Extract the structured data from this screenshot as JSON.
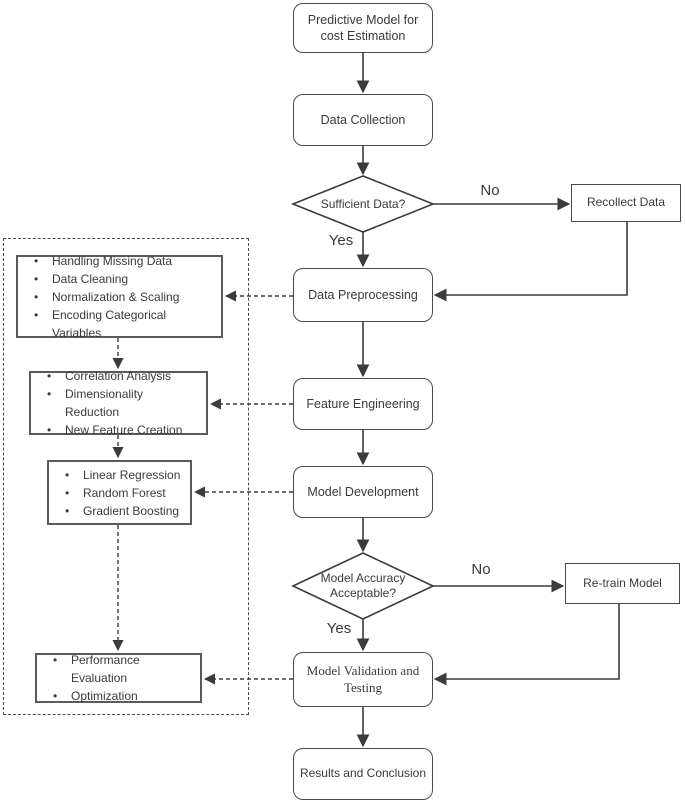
{
  "flowchart": {
    "nodes": {
      "predictive_model": "Predictive Model for cost Estimation",
      "data_collection": "Data Collection",
      "sufficient_data": "Sufficient Data?",
      "recollect_data": "Recollect Data",
      "data_preprocessing": "Data Preprocessing",
      "feature_engineering": "Feature Engineering",
      "model_development": "Model Development",
      "model_accuracy": "Model Accuracy Acceptable?",
      "retrain_model": "Re-train Model",
      "model_validation": "Model Validation and Testing",
      "results_conclusion": "Results and Conclusion"
    },
    "edge_labels": {
      "sufficient_no": "No",
      "sufficient_yes": "Yes",
      "accuracy_no": "No",
      "accuracy_yes": "Yes"
    },
    "side_panels": [
      {
        "name": "data-preprocessing-details",
        "items": [
          "Handling Missing Data",
          "Data Cleaning",
          "Normalization & Scaling",
          "Encoding Categorical Variables"
        ]
      },
      {
        "name": "feature-engineering-details",
        "items": [
          "Correlation Analysis",
          "Dimensionality Reduction",
          "New Feature Creation"
        ]
      },
      {
        "name": "model-development-details",
        "items": [
          "Linear Regression",
          "Random Forest",
          "Gradient Boosting"
        ]
      },
      {
        "name": "model-validation-details",
        "items": [
          "Performance Evaluation",
          "Optimization"
        ]
      }
    ],
    "colors": {
      "stroke": "#3b3b3b",
      "text": "#3a3a3a",
      "background": "#ffffff"
    }
  }
}
